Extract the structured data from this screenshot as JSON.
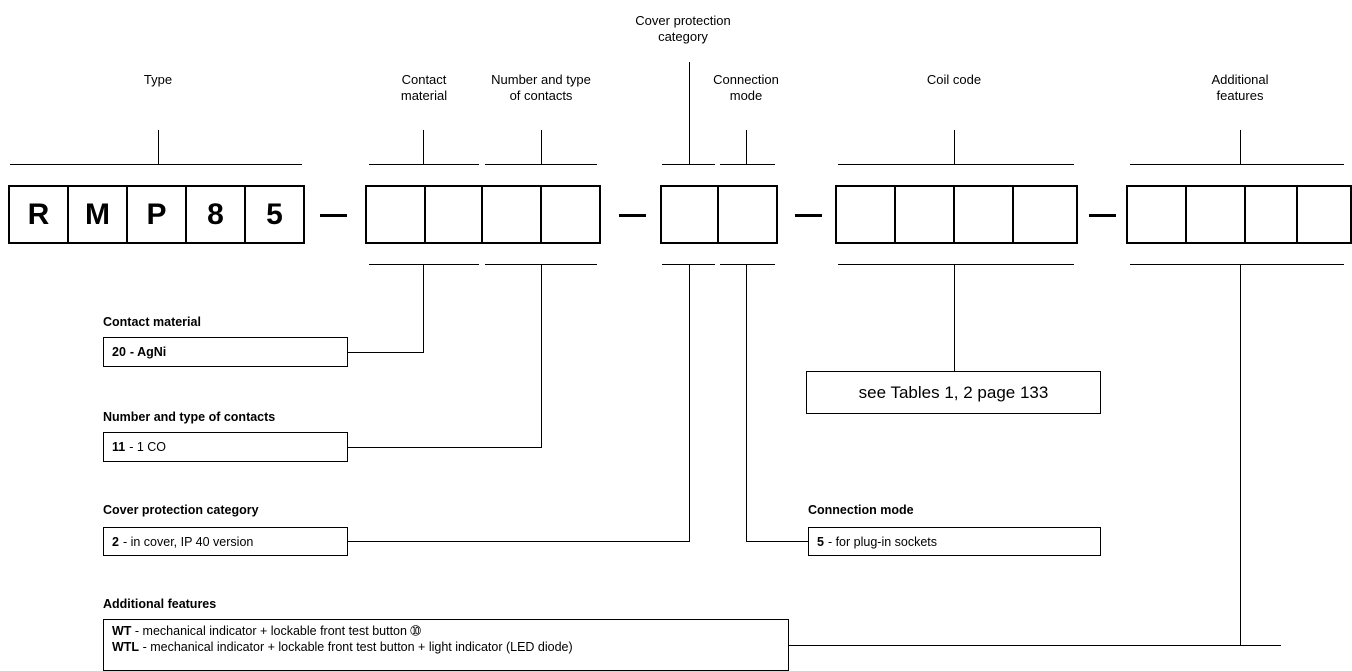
{
  "header_labels": {
    "type": "Type",
    "contact_material": "Contact\nmaterial",
    "number_type": "Number and type\nof contacts",
    "cover_protection": "Cover protection\ncategory",
    "connection_mode": "Connection\nmode",
    "coil_code": "Coil code",
    "additional_features": "Additional\nfeatures"
  },
  "code_letters": [
    "R",
    "M",
    "P",
    "8",
    "5"
  ],
  "separator": "–",
  "sections": {
    "contact_material": {
      "title": "Contact material",
      "code": "20",
      "desc": "- AgNi"
    },
    "number_type": {
      "title": "Number and type of contacts",
      "code": "11",
      "desc": "- 1 CO"
    },
    "cover_protection": {
      "title": "Cover protection category",
      "code": "2",
      "desc": "- in cover, IP 40 version"
    },
    "connection_mode": {
      "title": "Connection mode",
      "code": "5",
      "desc": "- for plug-in sockets"
    },
    "coil_code": {
      "ref": "see Tables 1, 2  page 133"
    },
    "additional_features": {
      "title": "Additional features",
      "lines": [
        {
          "code": "WT",
          "desc": "- mechanical indicator + lockable front test button ➉"
        },
        {
          "code": "WTL",
          "desc": "- mechanical indicator + lockable front test button + light indicator (LED diode)"
        }
      ]
    }
  }
}
